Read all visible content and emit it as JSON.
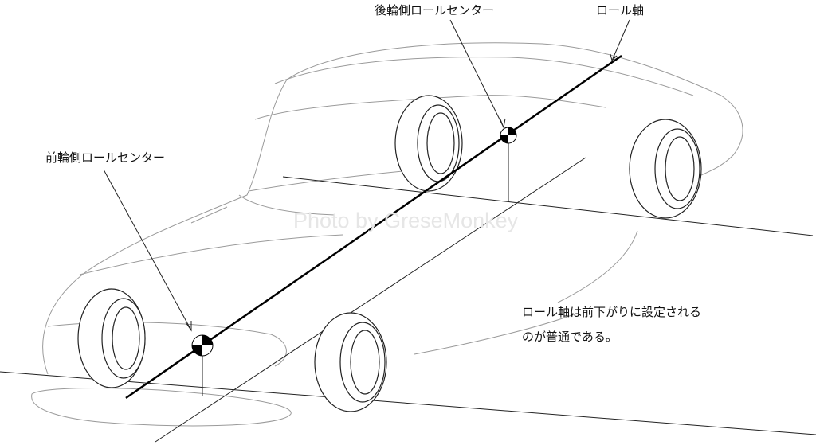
{
  "labels": {
    "rear_roll_center": "後輪側ロールセンター",
    "roll_axis": "ロール軸",
    "front_roll_center": "前輪側ロールセンター",
    "note_line1": "ロール軸は前下がりに設定される",
    "note_line2": "のが普通である。"
  },
  "watermark": "Photo by GreseMonkey",
  "colors": {
    "line": "#111111",
    "body": "#9a9a9a"
  }
}
